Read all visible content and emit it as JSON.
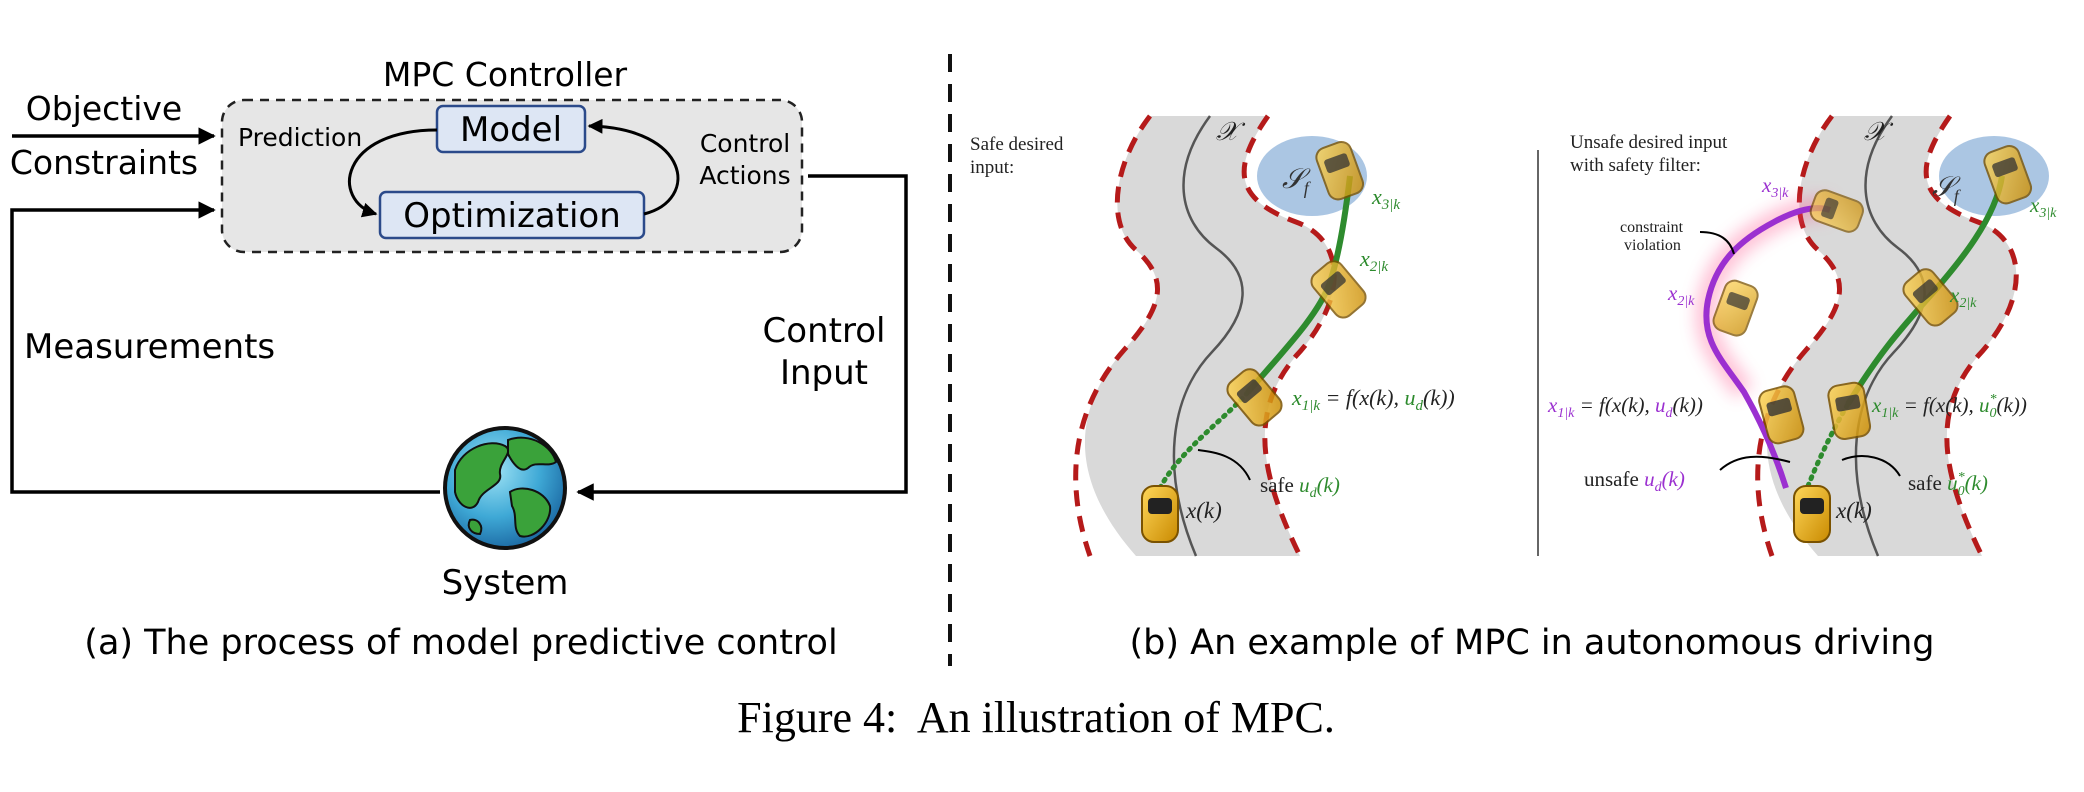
{
  "panel_a": {
    "controller_title": "MPC Controller",
    "objective": "Objective",
    "constraints": "Constraints",
    "prediction": "Prediction",
    "model": "Model",
    "optimization": "Optimization",
    "control_actions_1": "Control",
    "control_actions_2": "Actions",
    "measurements": "Measurements",
    "control_input_1": "Control",
    "control_input_2": "Input",
    "system": "System",
    "caption": "(a) The process of model predictive control"
  },
  "panel_b": {
    "caption": "(b) An example of MPC in autonomous driving",
    "left": {
      "title_1": "Safe desired",
      "title_2": "input:",
      "X": "𝒳",
      "Sf": "𝒮",
      "Sf_sub": "f",
      "x3": "x",
      "x3_sub": "3|k",
      "x2": "x",
      "x2_sub": "2|k",
      "x1": "x",
      "x1_sub": "1|k",
      "x1_eq": " = f(x(k), ",
      "x1_u": "u",
      "x1_u_sub": "d",
      "x1_end": "(k))",
      "safe_label": "safe ",
      "safe_u": "u",
      "safe_u_sub": "d",
      "safe_u_end": "(k)",
      "xk": "x(k)"
    },
    "right": {
      "title_1": "Unsafe desired input",
      "title_2": "with safety filter:",
      "X": "𝒳",
      "Sf": "𝒮",
      "Sf_sub": "f",
      "constraint_1": "constraint",
      "constraint_2": "violation",
      "p3": "x",
      "p3_sub": "3|k",
      "p2": "x",
      "p2_sub": "2|k",
      "p1": "x",
      "p1_sub": "1|k",
      "p1_eq": " = f(x(k), ",
      "p1_u": "u",
      "p1_u_sub": "d",
      "p1_end": "(k))",
      "g3": "x",
      "g3_sub": "3|k",
      "g2": "x",
      "g2_sub": "2|k",
      "g1": "x",
      "g1_sub": "1|k",
      "g1_eq": " = f(x(k), ",
      "g1_u": "u",
      "g1_u_sup": "*",
      "g1_u_sub": "0",
      "g1_end": "(k))",
      "unsafe_label": "unsafe ",
      "unsafe_u": "u",
      "unsafe_u_sub": "d",
      "unsafe_u_end": "(k)",
      "safe_label": "safe ",
      "safe_u": "u",
      "safe_u_sup": "*",
      "safe_u_sub": "0",
      "safe_u_end": "(k)",
      "xk": "x(k)"
    }
  },
  "figure_caption": "Figure 4:  An illustration of MPC.",
  "colors": {
    "safe_green": "#2e8b2e",
    "unsafe_purple": "#9b30d0",
    "road_gray": "#d9d9d9",
    "boundary_red": "#b51a1a",
    "box_fill": "#dde6f4",
    "box_stroke": "#2b4a8a",
    "controller_fill": "#e6e6e6",
    "safe_set": "#8fb3d9"
  }
}
